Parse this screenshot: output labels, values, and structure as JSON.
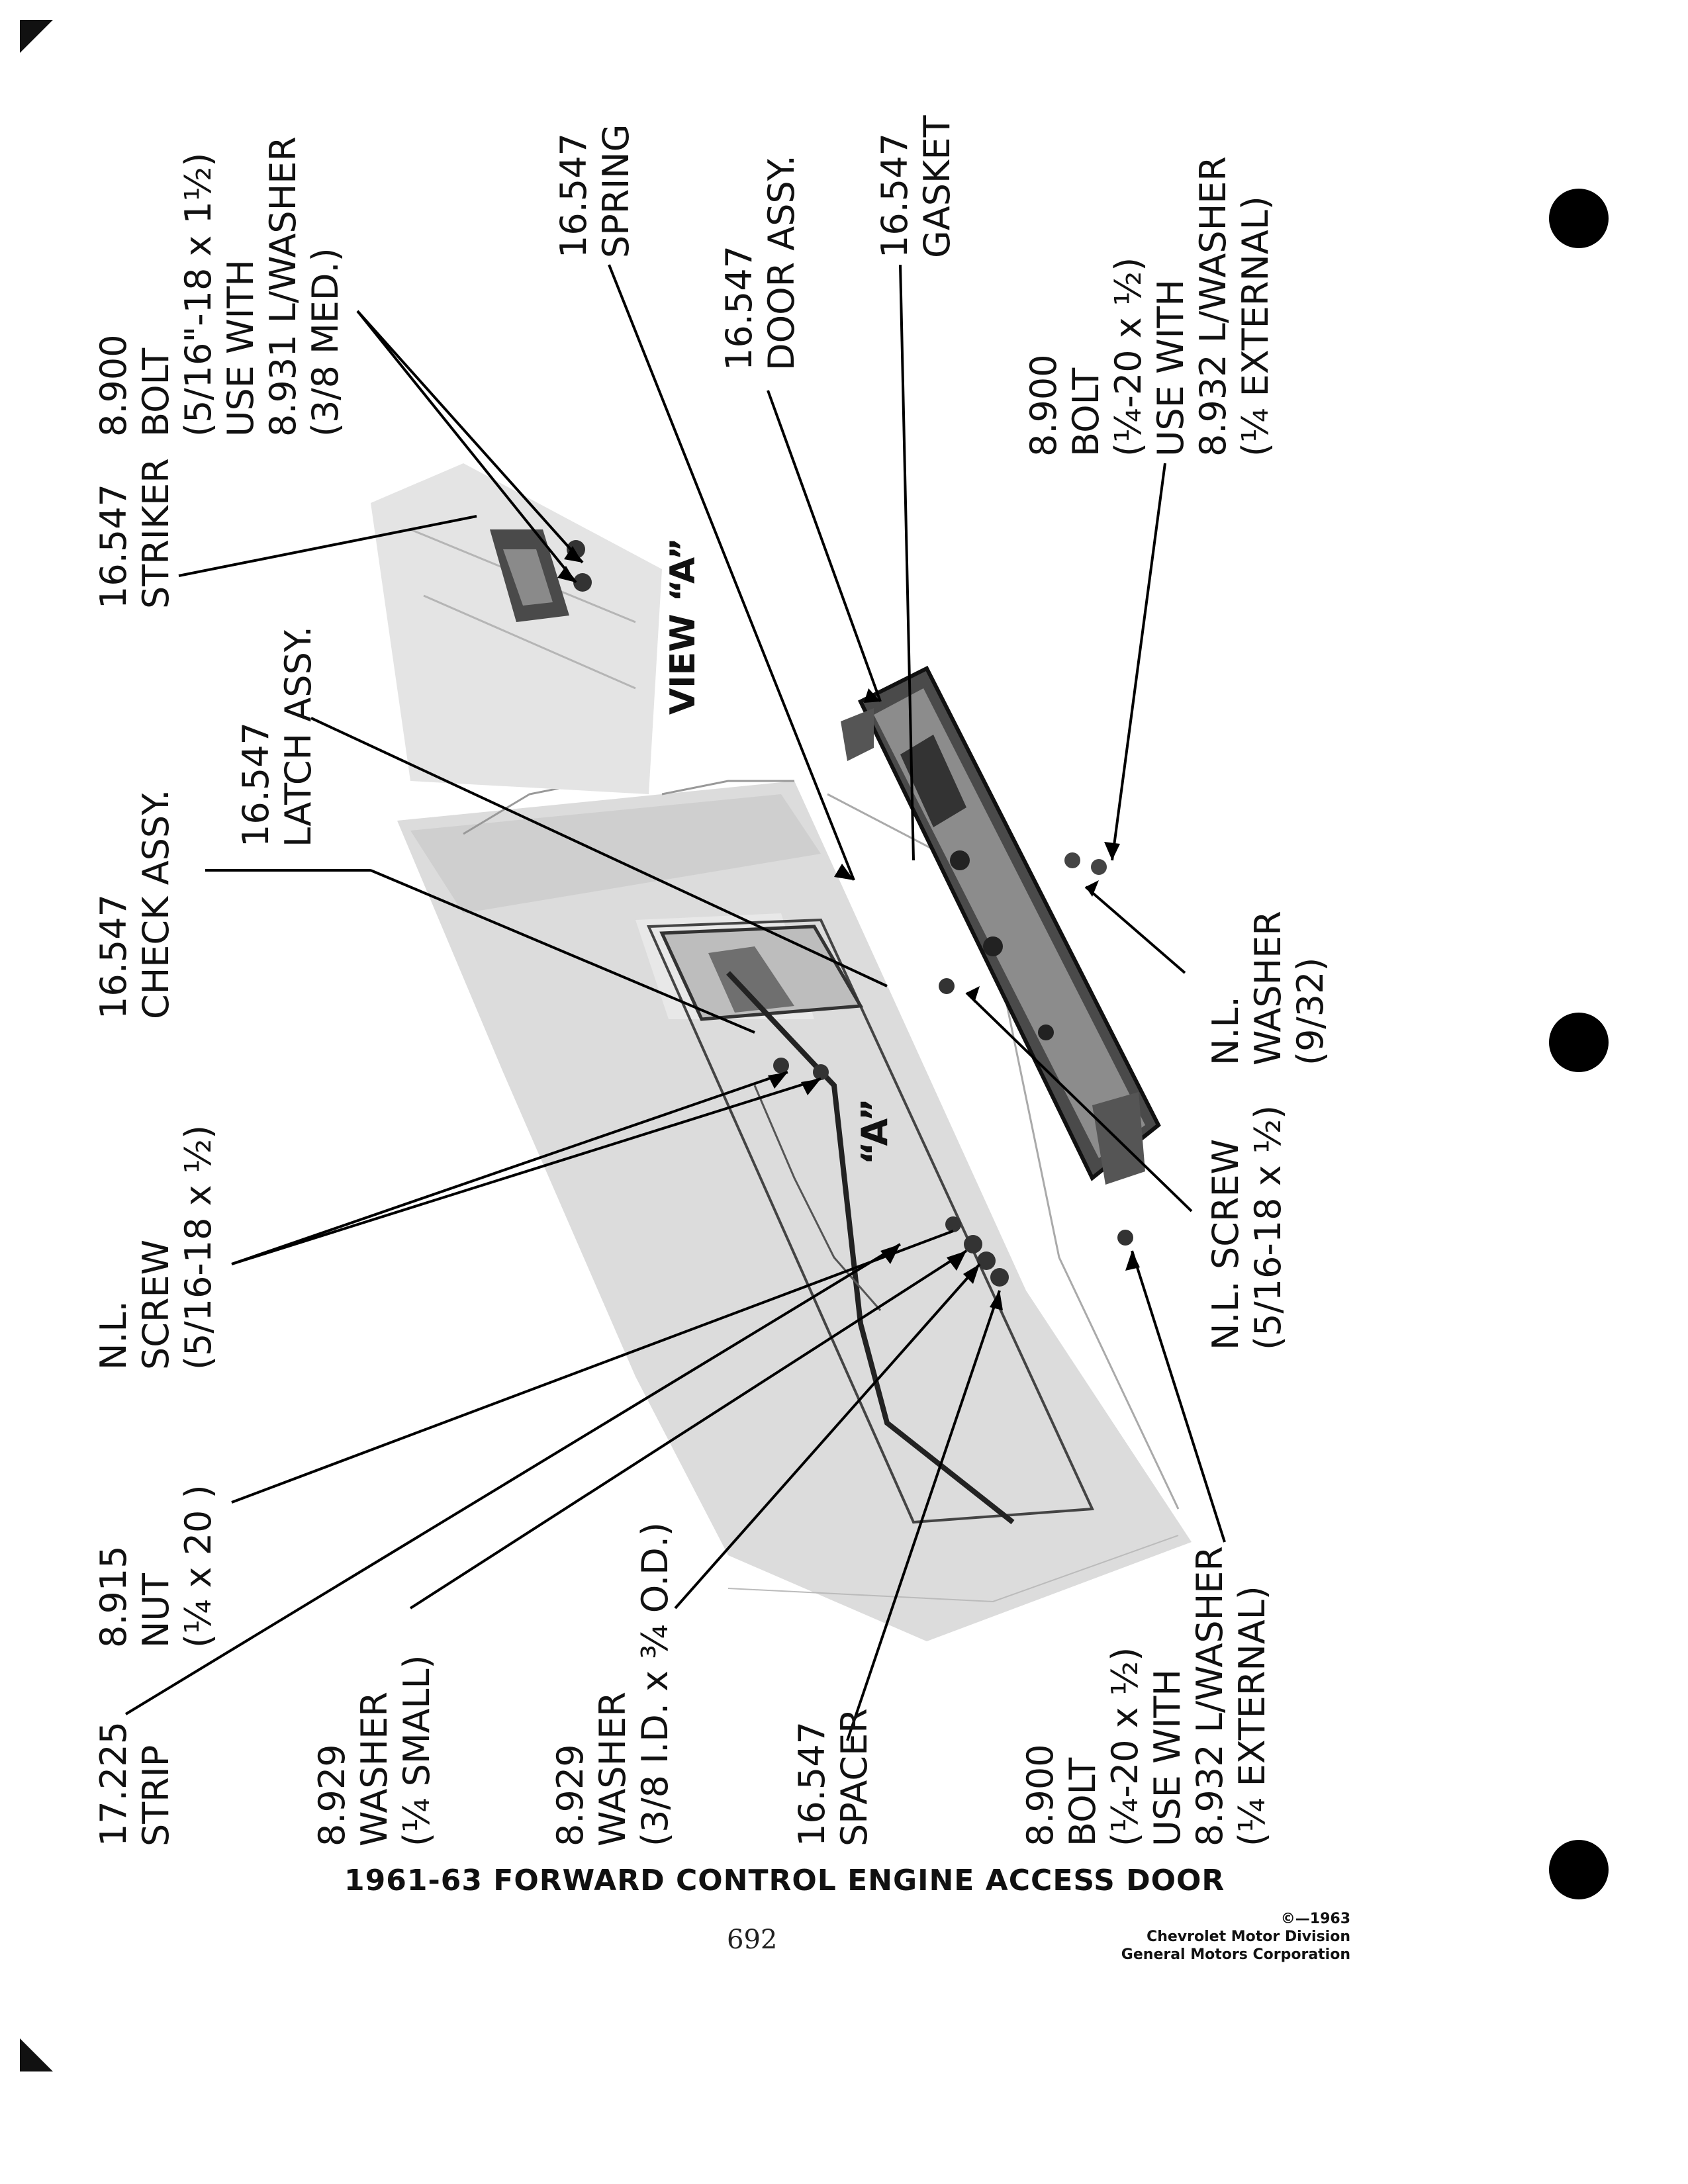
{
  "title": "1961-63 FORWARD CONTROL ENGINE ACCESS DOOR",
  "page_number": "692",
  "copyright": {
    "line1": "©—1963",
    "line2": "Chevrolet Motor Division",
    "line3": "General Motors Corporation"
  },
  "view_label": "VIEW “A”",
  "detail_marker": "“A”",
  "labels": {
    "strip": [
      "17.225",
      "STRIP"
    ],
    "washer_small": [
      "8.929",
      "WASHER",
      "(¼ SMALL)"
    ],
    "washer_id": [
      "8.929",
      "WASHER",
      "(3/8 I.D. x ¾ O.D.)"
    ],
    "spacer": [
      "16.547",
      "SPACER"
    ],
    "bolt_bottom": [
      "8.900",
      "BOLT",
      "(¼-20 x ½)",
      "USE WITH",
      "8.932 L/WASHER",
      "(¼ EXTERNAL)"
    ],
    "nut": [
      "8.915",
      "NUT",
      "(¼ x 20 )"
    ],
    "screw_left": [
      "N.L.",
      "SCREW",
      "(5/16-18 x ½)"
    ],
    "check": [
      "16.547",
      "CHECK ASSY."
    ],
    "latch": [
      "16.547",
      "LATCH ASSY."
    ],
    "striker": [
      "16.547",
      "STRIKER"
    ],
    "bolt_top": [
      "8.900",
      "BOLT",
      "(5/16\"-18 x 1½)",
      "USE WITH",
      "8.931 L/WASHER",
      "(3/8 MED.)"
    ],
    "spring": [
      "16.547",
      "SPRING"
    ],
    "door": [
      "16.547",
      "DOOR ASSY."
    ],
    "gasket": [
      "16.547",
      "GASKET"
    ],
    "bolt_right": [
      "8.900",
      "BOLT",
      "(¼-20 x ½)",
      "USE WITH",
      "8.932 L/WASHER",
      "(¼ EXTERNAL)"
    ],
    "washer_nl": [
      "N.L.",
      "WASHER",
      "(9/32)"
    ],
    "screw_right": [
      "N.L. SCREW",
      "(5/16-18 x ½)"
    ]
  }
}
